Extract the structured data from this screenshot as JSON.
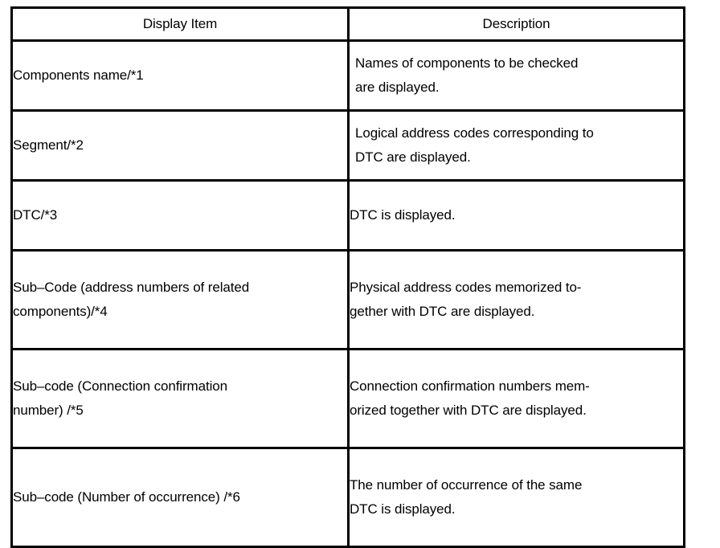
{
  "table": {
    "columns": [
      {
        "key": "display_item",
        "label": "Display Item"
      },
      {
        "key": "description",
        "label": "Description"
      }
    ],
    "rows": [
      {
        "item_lines": [
          "Components name/*1"
        ],
        "desc_lines": [
          "Names of components to be checked",
          "are displayed."
        ]
      },
      {
        "item_lines": [
          "Segment/*2"
        ],
        "desc_lines": [
          "Logical address codes corresponding to",
          "DTC are displayed."
        ]
      },
      {
        "item_lines": [
          "DTC/*3"
        ],
        "desc_lines": [
          "DTC is displayed."
        ]
      },
      {
        "item_lines": [
          "Sub–Code (address numbers of related",
          "components)/*4"
        ],
        "desc_lines": [
          "Physical address codes memorized to-",
          "gether with DTC are displayed."
        ]
      },
      {
        "item_lines": [
          "Sub–code (Connection confirmation",
          "number) /*5"
        ],
        "desc_lines": [
          "Connection confirmation numbers mem-",
          "orized together with DTC are displayed."
        ]
      },
      {
        "item_lines": [
          "Sub–code (Number of occurrence) /*6"
        ],
        "desc_lines": [
          "The number of occurrence of the same",
          "DTC is displayed."
        ]
      }
    ]
  },
  "colors": {
    "border": "#000000",
    "background": "#ffffff",
    "text": "#000000"
  }
}
